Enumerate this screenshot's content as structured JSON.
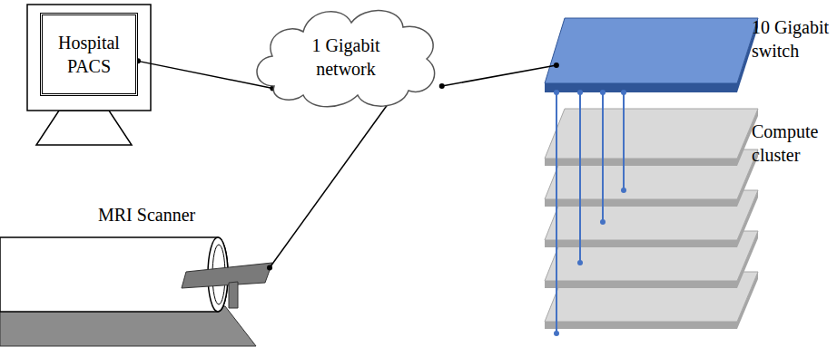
{
  "diagram": {
    "nodes": [
      {
        "text": [
          "Hospital PACS"
        ]
      },
      {
        "text": [
          "1 Gigabit network"
        ]
      },
      {
        "text": [
          "MRI Scanner"
        ]
      },
      {
        "text": [
          "10 Gigabit switch"
        ]
      },
      {
        "text": [
          "Compute cluster"
        ]
      }
    ],
    "edges": [
      {
        "from": 0,
        "to": 1,
        "arrow": "none"
      },
      {
        "from": 1,
        "to": 3,
        "arrow": "none"
      },
      {
        "from": 1,
        "to": 2,
        "arrow": "none"
      },
      {
        "from": 3,
        "to": 4,
        "arrow": "none"
      },
      {
        "from": 3,
        "to": 4,
        "arrow": "none"
      },
      {
        "from": 3,
        "to": 4,
        "arrow": "none"
      },
      {
        "from": 3,
        "to": 4,
        "arrow": "none"
      }
    ]
  }
}
